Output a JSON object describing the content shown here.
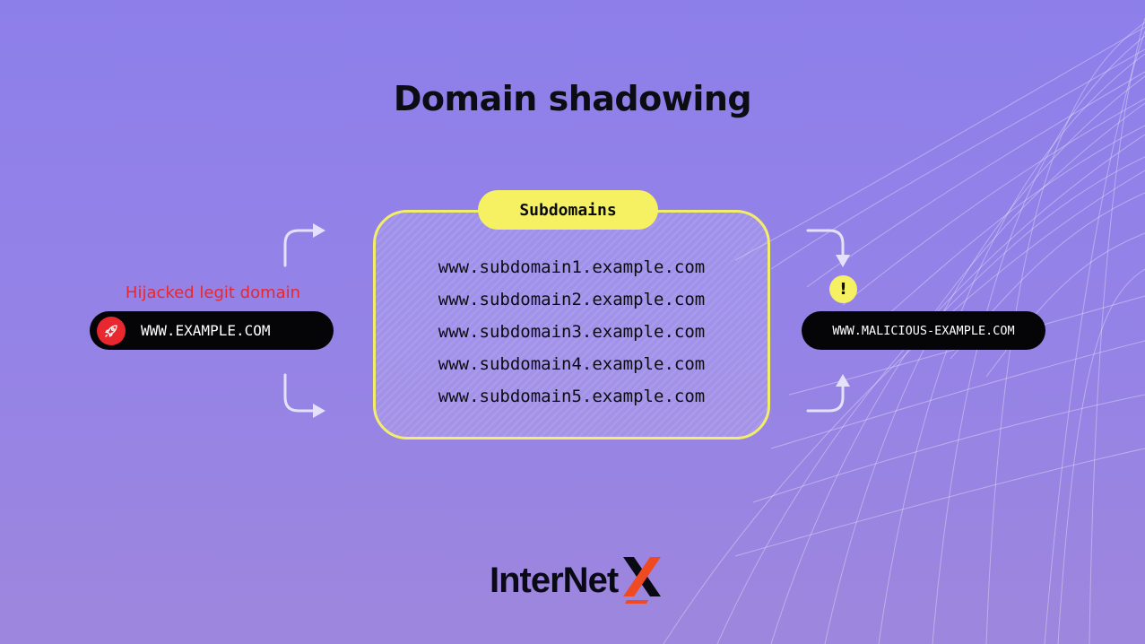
{
  "title": "Domain shadowing",
  "source": {
    "label": "Hijacked legit domain",
    "domain": "WWW.EXAMPLE.COM",
    "icon": "rocket-icon",
    "label_color": "#e8272f"
  },
  "subdomains": {
    "tag": "Subdomains",
    "items": [
      "www.subdomain1.example.com",
      "www.subdomain2.example.com",
      "www.subdomain3.example.com",
      "www.subdomain4.example.com",
      "www.subdomain5.example.com"
    ],
    "accent_color": "#f6f063"
  },
  "target": {
    "domain": "WWW.MALICIOUS-EXAMPLE.COM",
    "warning_symbol": "!",
    "icon": "warning-icon"
  },
  "logo": {
    "text": "InterNet",
    "mark": "X",
    "mark_color": "#f04a23"
  }
}
